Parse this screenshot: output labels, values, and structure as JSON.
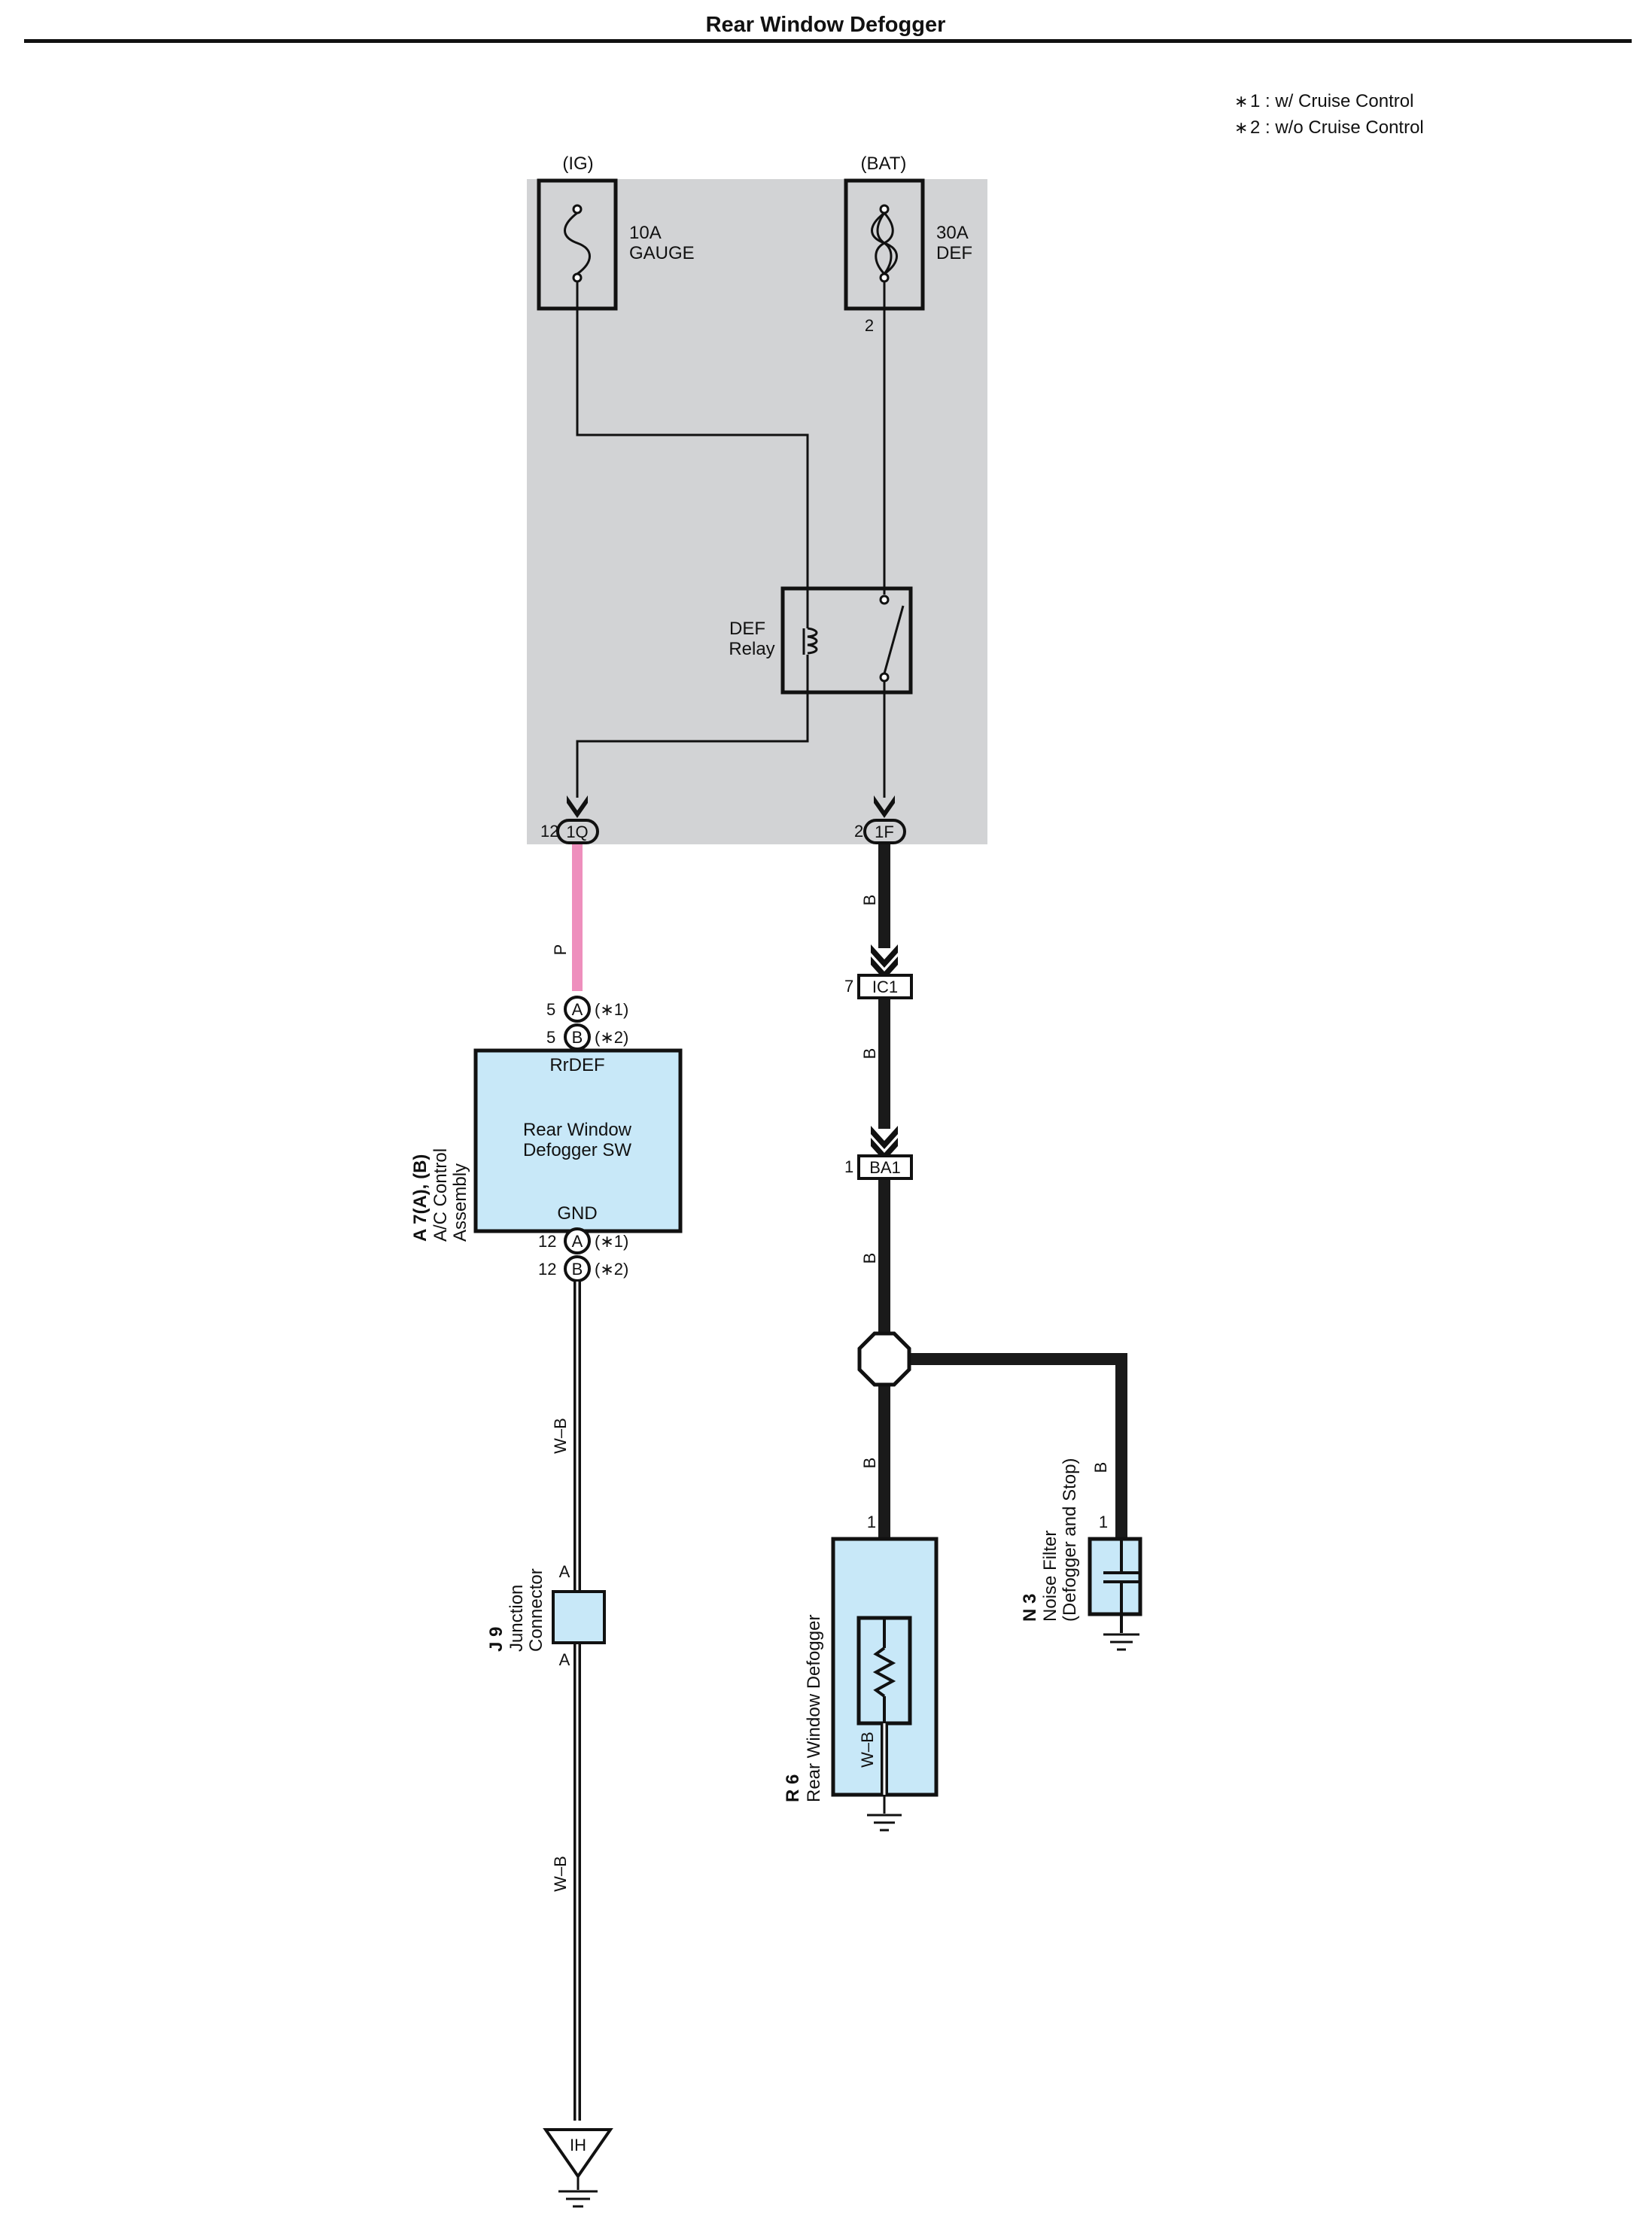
{
  "title": "Rear Window Defogger",
  "notes": [
    {
      "mark": "∗",
      "text": "1 : w/ Cruise Control"
    },
    {
      "mark": "∗",
      "text": "2 : w/o Cruise Control"
    }
  ],
  "power": {
    "ig": {
      "source": "(IG)",
      "amp": "10A",
      "name": "GAUGE"
    },
    "bat": {
      "source": "(BAT)",
      "amp": "30A",
      "name": "DEF",
      "pin": "2"
    }
  },
  "relay": {
    "line1": "DEF",
    "line2": "Relay"
  },
  "connectors": {
    "c1Q": {
      "pin": "12",
      "label": "1Q"
    },
    "c1F": {
      "pin": "2",
      "label": "1F"
    },
    "cIC1": {
      "pin": "7",
      "label": "IC1"
    },
    "cBA1": {
      "pin": "1",
      "label": "BA1"
    }
  },
  "wire_colors": {
    "p": "P",
    "b": "B",
    "wb": "W–B"
  },
  "ac_control": {
    "id": "A 7(A), (B)",
    "line1": "A/C Control",
    "line2": "Assembly",
    "top_label": "RrDEF",
    "sw_line1": "Rear Window",
    "sw_line2": "Defogger SW",
    "bottom_label": "GND",
    "pins_top": [
      {
        "pin": "5",
        "conn": "A",
        "note": "(∗1)"
      },
      {
        "pin": "5",
        "conn": "B",
        "note": "(∗2)"
      }
    ],
    "pins_bottom": [
      {
        "pin": "12",
        "conn": "A",
        "note": "(∗1)"
      },
      {
        "pin": "12",
        "conn": "B",
        "note": "(∗2)"
      }
    ]
  },
  "junction": {
    "id": "J 9",
    "line1": "Junction",
    "line2": "Connector",
    "pin_top": "A",
    "pin_bottom": "A"
  },
  "defogger": {
    "id": "R 6",
    "name": "Rear Window Defogger",
    "pin": "1"
  },
  "noise_filter": {
    "id": "N 3",
    "line1": "Noise Filter",
    "line2": "(Defogger and Stop)",
    "pin": "1"
  },
  "ground": {
    "label": "IH"
  },
  "colors": {
    "fuse_box": "#d2d3d5",
    "component": "#c8e8f8",
    "wire_pink": "#ee8fbd",
    "wire_dark": "#1a1a1a"
  }
}
